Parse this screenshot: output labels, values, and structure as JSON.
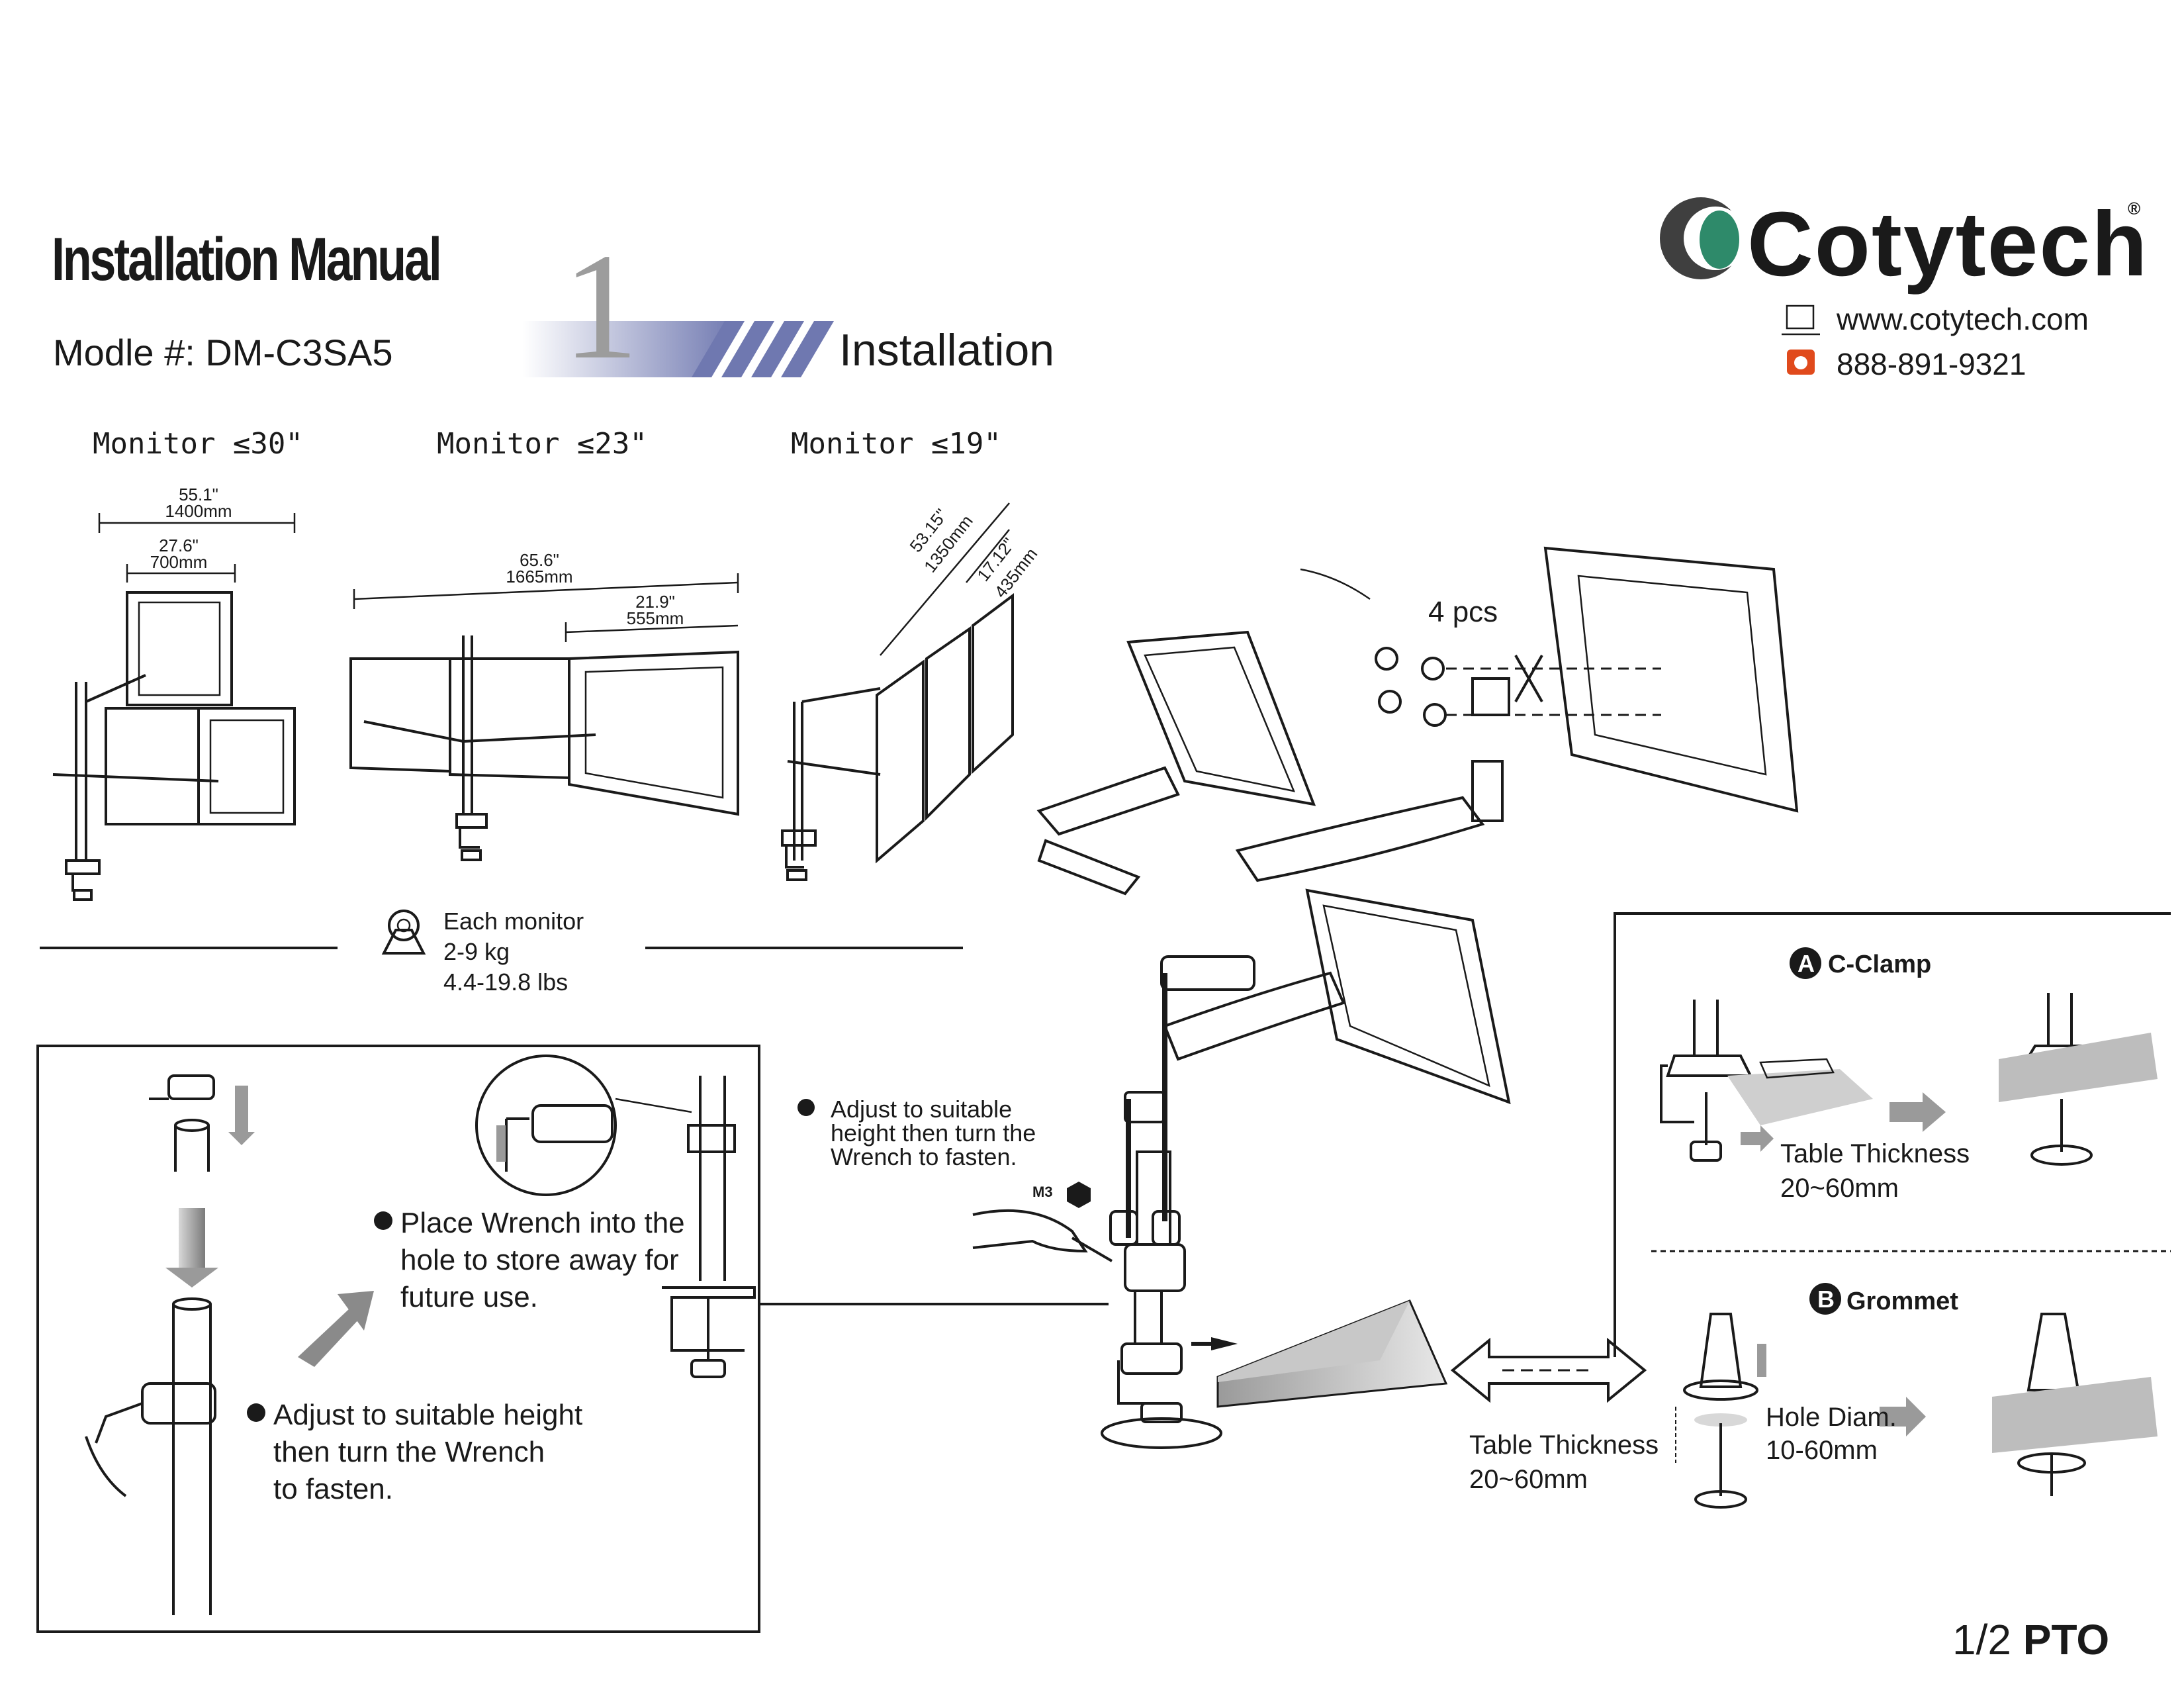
{
  "header": {
    "title": "Installation Manual",
    "model": "Modle #: DM-C3SA5",
    "step_number": "1",
    "section": "Installation"
  },
  "brand": {
    "name": "Cotytech",
    "registered": "®",
    "website": "www.cotytech.com",
    "phone": "888-891-9321",
    "logo_colors": [
      "#3f3f3f",
      "#2e8a6a"
    ]
  },
  "monitors": [
    {
      "label": "Monitor  ≤30\"",
      "dims": [
        "55.1\"",
        "1400mm",
        "27.6\"",
        "700mm"
      ]
    },
    {
      "label": "Monitor  ≤23\"",
      "dims": [
        "65.6\"",
        "1665mm",
        "21.9\"",
        "555mm"
      ]
    },
    {
      "label": "Monitor  ≤19\"",
      "dims": [
        "53.15\"",
        "1350mm",
        "17.12\"",
        "435mm"
      ]
    }
  ],
  "weight": {
    "line1": "Each monitor",
    "line2": "2-9 kg",
    "line3": "4.4-19.8 lbs"
  },
  "assembly": {
    "pcs": "4 pcs",
    "screw": "M3",
    "adjust_note": [
      "Adjust to suitable",
      "height then turn the",
      "Wrench to fasten."
    ]
  },
  "detail_box": {
    "place_wrench": [
      "Place Wrench into the",
      "hole to store away for",
      "future use."
    ],
    "adjust": [
      "Adjust to suitable height",
      "then turn the Wrench",
      "to fasten."
    ]
  },
  "table": {
    "thickness_label": "Table Thickness",
    "thickness_value": "20~60mm"
  },
  "options": {
    "a_letter": "A",
    "a_name": "C-Clamp",
    "a_thickness_label": "Table Thickness",
    "a_thickness_value": "20~60mm",
    "b_letter": "B",
    "b_name": "Grommet",
    "b_hole_label": "Hole Diam.",
    "b_hole_value": "10-60mm"
  },
  "footer": {
    "page": "1/2",
    "pto": "PTO"
  }
}
